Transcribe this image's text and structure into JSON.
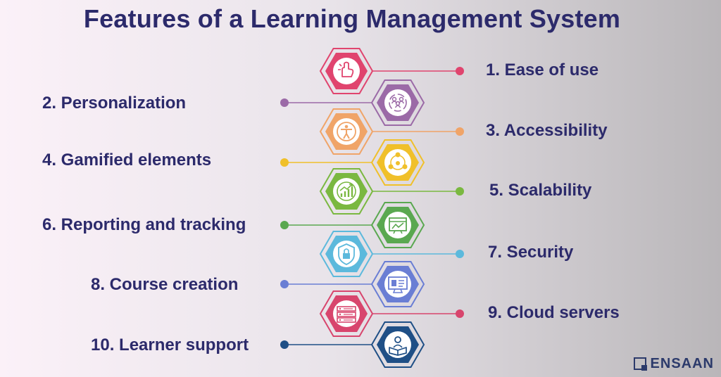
{
  "title": "Features of a Learning Management System",
  "brand": "ENSAAN",
  "features": [
    {
      "label": "1. Ease of use",
      "side": "right",
      "color": "#e0446e",
      "icon": "hand-pointer-icon"
    },
    {
      "label": "2. Personalization",
      "side": "left",
      "color": "#9b6aa7",
      "icon": "user-group-cycle-icon"
    },
    {
      "label": "3. Accessibility",
      "side": "right",
      "color": "#f0a468",
      "icon": "accessibility-icon"
    },
    {
      "label": "4. Gamified elements",
      "side": "left",
      "color": "#f0c02a",
      "icon": "network-people-icon"
    },
    {
      "label": "5. Scalability",
      "side": "right",
      "color": "#7ab840",
      "icon": "growth-chart-icon"
    },
    {
      "label": "6. Reporting and tracking",
      "side": "left",
      "color": "#5aa850",
      "icon": "report-chart-icon"
    },
    {
      "label": "7. Security",
      "side": "right",
      "color": "#5cb9dc",
      "icon": "lock-shield-icon"
    },
    {
      "label": "8. Course creation",
      "side": "left",
      "color": "#6a7ed4",
      "icon": "monitor-course-icon"
    },
    {
      "label": "9. Cloud servers",
      "side": "right",
      "color": "#d8456d",
      "icon": "server-icon"
    },
    {
      "label": "10. Learner support",
      "side": "left",
      "color": "#1f4f86",
      "icon": "reading-person-icon"
    }
  ]
}
